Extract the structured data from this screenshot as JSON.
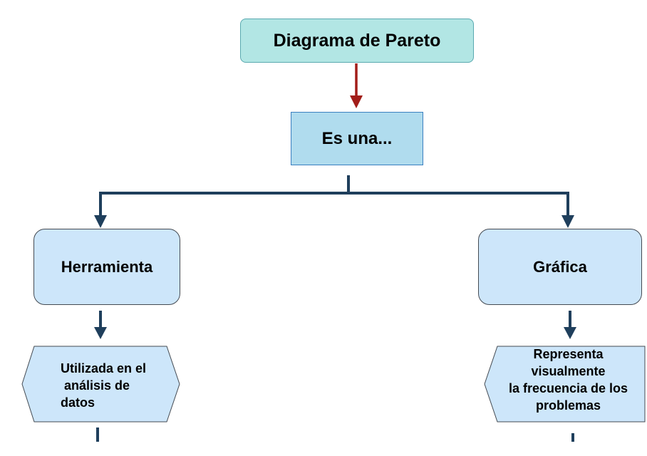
{
  "diagram": {
    "title": "Diagrama de Pareto",
    "relation": "Es una...",
    "categories": [
      {
        "label": "Herramienta",
        "description": "Utilizada en el\n análisis de\ndatos"
      },
      {
        "label": "Gráfica",
        "description": "Representa\nvisualmente\nla frecuencia de los\nproblemas"
      }
    ]
  },
  "colors": {
    "title_fill": "#b2e6e4",
    "relation_fill": "#b0dcee",
    "category_fill": "#cde6fa",
    "connector": "#1f3f5c",
    "top_arrow": "#a21d19"
  }
}
